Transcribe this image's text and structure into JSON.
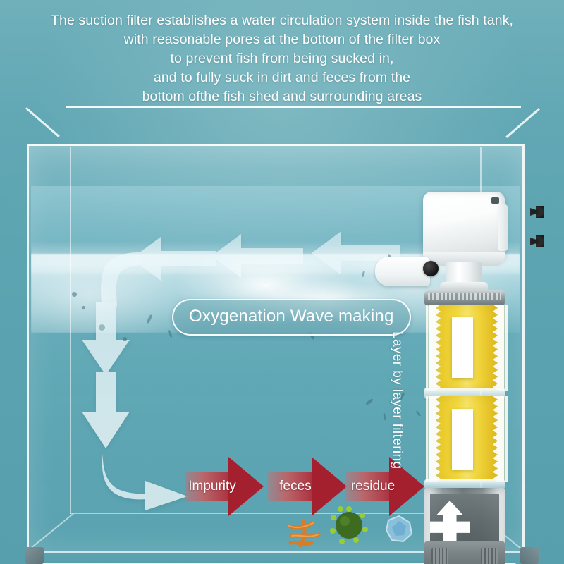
{
  "header": {
    "lines": [
      "The suction filter establishes a water circulation system inside the fish tank,",
      "with reasonable pores at the bottom of the filter box",
      "to prevent fish from being sucked in,",
      "and to fully suck in dirt and feces from the",
      "bottom ofthe fish shed and surrounding areas"
    ]
  },
  "badges": {
    "oxygenation": "Oxygenation Wave making",
    "layer_filtering": "Layer by layer filtering"
  },
  "flow": {
    "red_arrows": [
      {
        "label": "Impurity"
      },
      {
        "label": "feces"
      },
      {
        "label": "residue"
      }
    ]
  },
  "debris": [
    {
      "name": "worms",
      "color": "#e08a3c"
    },
    {
      "name": "algae-blob",
      "color": "#3d6b1f"
    },
    {
      "name": "crystal",
      "color": "#7fb8d8"
    }
  ],
  "device": {
    "parts": [
      {
        "name": "pump-head",
        "color": "#f2f5f6"
      },
      {
        "name": "outlet-nozzle",
        "color": "#ffffff"
      },
      {
        "name": "adjust-knob",
        "color": "#141414"
      },
      {
        "name": "suction-cup",
        "color": "#1c1c1c"
      },
      {
        "name": "filter-chamber-upper",
        "color": "#f2d93f"
      },
      {
        "name": "filter-chamber-lower",
        "color": "#f2d93f"
      },
      {
        "name": "intake-chamber",
        "color": "#767f82"
      }
    ]
  },
  "colors": {
    "background_teal": "#5ba3b0",
    "water_blue": "#8cc6d3",
    "arrow_white": "#ffffff",
    "arrow_red": "#a5202f",
    "filter_yellow": "#f2d93f",
    "device_gray": "#767f82"
  }
}
